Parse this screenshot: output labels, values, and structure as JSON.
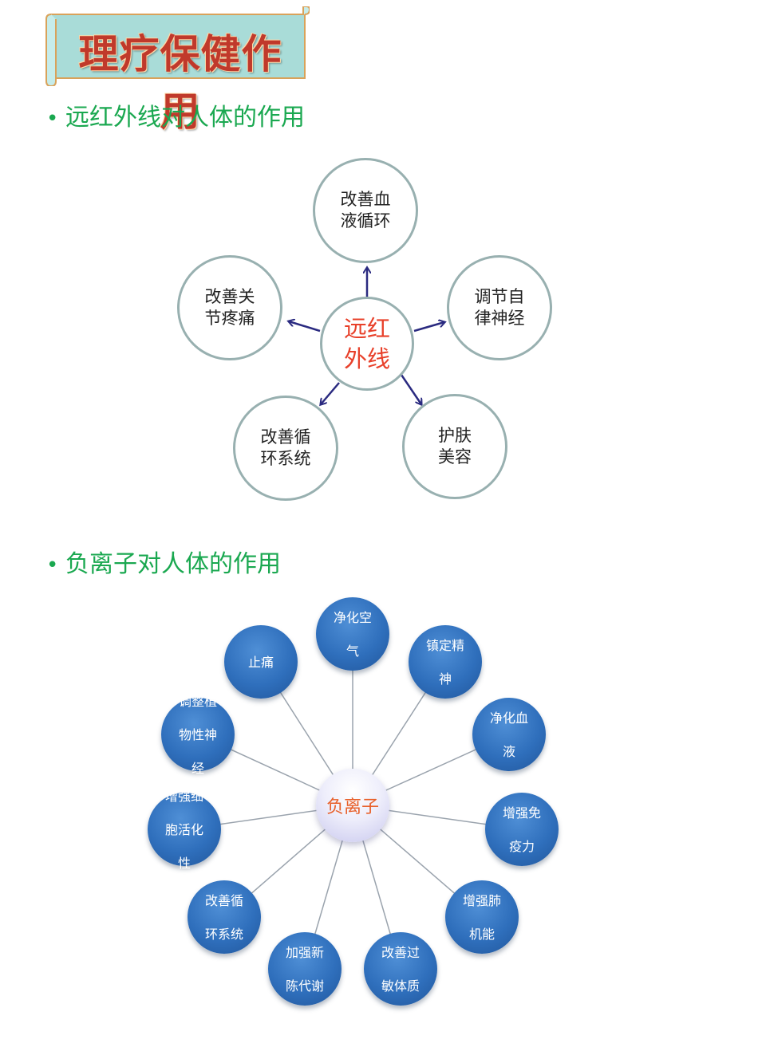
{
  "banner": {
    "title": "理疗保健作用"
  },
  "section1": {
    "bullet": "•",
    "heading": "远红外线对人体的作用",
    "center": [
      "远红",
      "外线"
    ],
    "nodes": [
      {
        "id": "top",
        "lines": [
          "改善血",
          "液循环"
        ]
      },
      {
        "id": "left",
        "lines": [
          "改善关",
          "节疼痛"
        ]
      },
      {
        "id": "right",
        "lines": [
          "调节自",
          "律神经"
        ]
      },
      {
        "id": "bottom-left",
        "lines": [
          "改善循",
          "环系统"
        ]
      },
      {
        "id": "bottom-right",
        "lines": [
          "护肤",
          "美容"
        ]
      }
    ]
  },
  "section2": {
    "bullet": "•",
    "heading": "负离子对人体的作用",
    "center": "负离子",
    "nodes": [
      {
        "id": "n1",
        "lines": [
          "净化空",
          "气"
        ]
      },
      {
        "id": "n2",
        "lines": [
          "镇定精",
          "神"
        ]
      },
      {
        "id": "n3",
        "lines": [
          "净化血",
          "液"
        ]
      },
      {
        "id": "n4",
        "lines": [
          "增强免",
          "疫力"
        ]
      },
      {
        "id": "n5",
        "lines": [
          "增强肺",
          "机能"
        ]
      },
      {
        "id": "n6",
        "lines": [
          "改善过",
          "敏体质"
        ]
      },
      {
        "id": "n7",
        "lines": [
          "加强新",
          "陈代谢"
        ]
      },
      {
        "id": "n8",
        "lines": [
          "改善循",
          "环系统"
        ]
      },
      {
        "id": "n9",
        "lines": [
          "增强细",
          "胞活化",
          "性"
        ]
      },
      {
        "id": "n10",
        "lines": [
          "调整植",
          "物性神",
          "经"
        ]
      },
      {
        "id": "n11",
        "lines": [
          "止痛"
        ]
      }
    ]
  },
  "colors": {
    "heading_green": "#1aa850",
    "center_red": "#e8402a",
    "node_blue": "#2f6fbc",
    "arrow_navy": "#2a2a80"
  }
}
